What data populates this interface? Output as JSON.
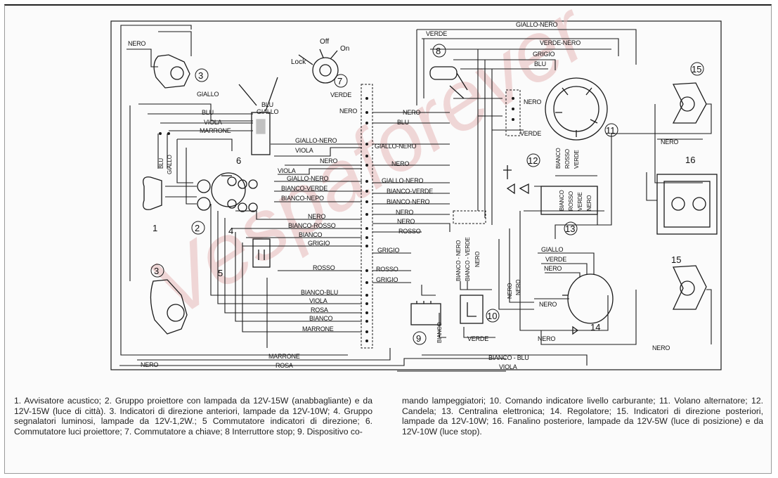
{
  "watermark": "Vespaforever",
  "colors": {
    "line": "#1a1a1a",
    "watermark": "#e7b9b9",
    "background": "#fbfbfb"
  },
  "components": {
    "n1": "1",
    "n2": "2",
    "n3a": "3",
    "n3b": "3",
    "n4": "4",
    "n5": "5",
    "n6": "6",
    "n7": "7",
    "n8": "8",
    "n9": "9",
    "n10": "10",
    "n11": "11",
    "n12": "12",
    "n13": "13",
    "n14": "14",
    "n15a": "15",
    "n15b": "15",
    "n16": "16"
  },
  "switch_labels": {
    "off": "Off",
    "on": "On",
    "lock": "Lock"
  },
  "wires": {
    "nero_top": "NERO",
    "giallo_3": "GIALLO",
    "blu_6": "BLU",
    "giallo_6": "GIALLO",
    "blu_l": "BLU",
    "viola_l": "VIOLA",
    "marrone_l": "MARRONE",
    "blu_v": "BLU",
    "giallo_v": "GIALLO",
    "verde_7": "VERDE",
    "nero_c1": "NERO",
    "giallo_nero_1": "GIALLO-NERO",
    "viola_1": "VIOLA",
    "nero_c2": "NERO",
    "viola_2": "VIOLA",
    "giallo_nero_2": "GIALLO-NERO",
    "bianco_verde_l": "BIANCO-VERDE",
    "bianco_nero_l": "BIANCO-NEPO",
    "nero_c3": "NERO",
    "bianco_rosso_l": "BIANCO-ROSSO",
    "bianco_l": "BIANCO",
    "grigio_l": "GRIGIO",
    "rosso_l": "ROSSO",
    "bianco_blu_l": "BIANCO-BLU",
    "viola_l2": "VIOLA",
    "rosa_l": "ROSA",
    "bianco_l2": "BIANCO",
    "marrone_l2": "MARRONE",
    "marrone_b": "MARRONE",
    "rosa_b": "ROSA",
    "nero_b": "NERO",
    "verde_t": "VERDE",
    "giallo_nero_t": "GIALLO-NERO",
    "verde_nero_t": "VERDE-NERO",
    "grigio_t": "GRIGIO",
    "blu_t": "BLU",
    "nero_r1": "NERO",
    "blu_r1": "BLU",
    "giallo_nero_r": "GIALLO-NERO",
    "nero_r2": "NERO",
    "giallo_nero_r2": "GIALLO-NERO",
    "bianco_verde_r": "BIANCO-VERDE",
    "bianco_nero_r": "BIANCO-NERO",
    "nero_r3": "NERO",
    "nero_r4": "NERO",
    "rosso_r": "ROSSO",
    "grigio_r": "GRIGIO",
    "rosso_r2": "ROSSO",
    "grigio_r2": "GRIGIO",
    "bianco_nero_v": "BIANCO - NERO",
    "bianco_verde_v": "BIANCO - VERDE",
    "nero_v": "NERO",
    "nero_11": "NERO",
    "verde_11": "VERDE",
    "bianco_v": "BIANCO",
    "rosso_v": "ROSSO",
    "verde_v": "VERDE",
    "nero_15": "NERO",
    "giallo_14": "GIALLO",
    "verde_14": "VERDE",
    "nero_14": "NERO",
    "nero_14b": "NERO",
    "nero_14c": "NERO",
    "nero_16": "NERO",
    "nero_v2": "NERO",
    "nero_v3": "NERO",
    "verde_10": "VERDE",
    "bianco_9": "BIANCO",
    "bianco_blu_b": "BIANCO - BLU",
    "viola_b": "VIOLA",
    "bianco_13": "BIANCO",
    "rosso_13": "ROSSO",
    "verde_13": "VERDE",
    "nero_13": "NERO"
  },
  "legend": {
    "left": "1. Avvisatore acustico; 2. Gruppo proiettore con lampada da 12V-15W (anabbagliante) e da 12V-15W (luce di città). 3. Indicatori di direzione anteriori, lampade da 12V-10W; 4. Gruppo segnalatori luminosi, lampade da 12V-1,2W.; 5 Commutatore indicatori di direzione; 6. Commutatore luci proiettore; 7. Commutatore a chiave; 8 Interruttore stop; 9. Dispositivo co-",
    "right": "mando lampeggiatori; 10. Comando indicatore livello carburante; 11. Volano alternatore; 12. Candela; 13. Centralina elettronica; 14. Regolatore; 15. Indicatori di direzione posteriori, lampade da 12V-10W; 16. Fanalino posteriore, lampade da 12V-5W (luce di posizione) e da 12V-10W (luce stop)."
  }
}
